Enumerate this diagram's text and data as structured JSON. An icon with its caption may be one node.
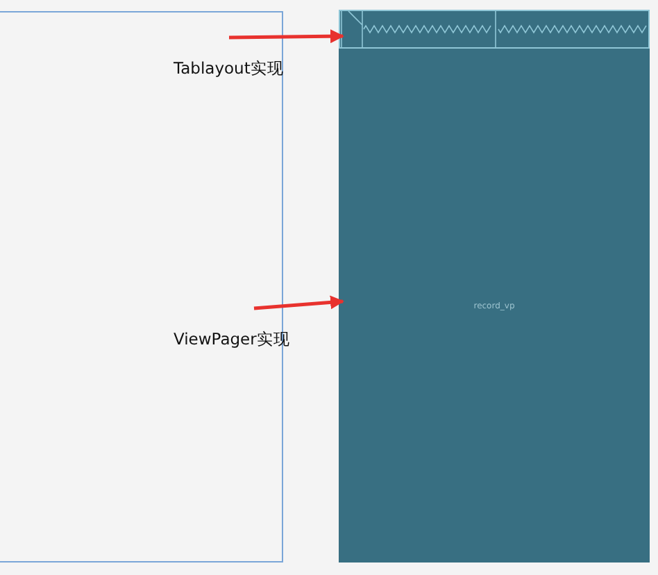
{
  "diagram": {
    "nodes": [
      {
        "text": [],
        "shape": "box"
      },
      {
        "text": [
          "Tablayout实现"
        ],
        "in": 0
      },
      {
        "text": [
          "ViewPager实现"
        ],
        "in": 0
      },
      {
        "text": [],
        "shape": "box"
      },
      {
        "text": [
          "record_vp"
        ]
      }
    ],
    "edges": [
      {
        "from": 1,
        "to": 3,
        "arrow": "to"
      },
      {
        "from": 2,
        "to": 4,
        "arrow": "to"
      }
    ]
  }
}
